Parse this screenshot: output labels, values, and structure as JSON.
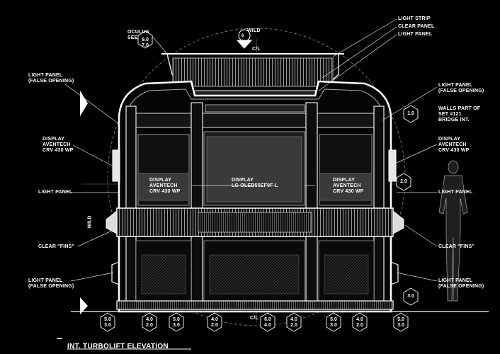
{
  "drawing": {
    "title": "INT. TURBOLIFT ELEVATION",
    "top_labels": {
      "wild": "WILD",
      "cl": "C/L",
      "oculus": "OCULUS",
      "see": "SEE",
      "ref_a": "9.0",
      "ref_b": "7.0",
      "marker": "6"
    },
    "callouts_left": [
      {
        "text": "LIGHT PANEL\n(FALSE OPENING)"
      },
      {
        "text": "DISPLAY\nAVENTECH\nCRV 430 WP"
      },
      {
        "text": "LIGHT PANEL"
      },
      {
        "text": "CLEAR \"FINS\""
      },
      {
        "text": "LIGHT PANEL\n(FALSE OPENING)"
      }
    ],
    "callouts_right": [
      {
        "text": "LIGHT STRIP"
      },
      {
        "text": "CLEAR PANEL"
      },
      {
        "text": "LIGHT PANEL"
      },
      {
        "text": "LIGHT PANEL\n(FALSE OPENING)"
      },
      {
        "text": "WALLS PART OF\nSET #121\nBRIDGE INT."
      },
      {
        "text": "DISPLAY\nAVENTECH\nCRV 430 WP"
      },
      {
        "text": "LIGHT PANEL"
      },
      {
        "text": "CLEAR \"FINS\""
      },
      {
        "text": "LIGHT PANEL\n(FALSE OPENING)"
      }
    ],
    "displays": [
      {
        "text": "DISPLAY\nAVENTECH\nCRV 430 WP"
      },
      {
        "text": "DISPLAY\nLG OLED55EF9F-L"
      },
      {
        "text": "DISPLAY\nAVENTECH\nCRV 430 WP"
      }
    ],
    "side_wild": "WILD",
    "right_dims": {
      "d1": "1.0",
      "d2": "2.0",
      "d3": "3.0"
    },
    "bottom_dims": [
      {
        "a": "5.0",
        "b": "3.0"
      },
      {
        "a": "4.0",
        "b": "2.0"
      },
      {
        "a": "5.0",
        "b": "3.0"
      },
      {
        "a": "4.0",
        "b": "2.0"
      },
      {
        "a": "6.0",
        "b": "4.0"
      },
      {
        "a": "4.0",
        "b": "2.0"
      },
      {
        "a": "5.0",
        "b": "3.0"
      },
      {
        "a": "4.0",
        "b": "2.0"
      },
      {
        "a": "5.0",
        "b": "3.0"
      }
    ],
    "bottom_cl": "C/L"
  }
}
